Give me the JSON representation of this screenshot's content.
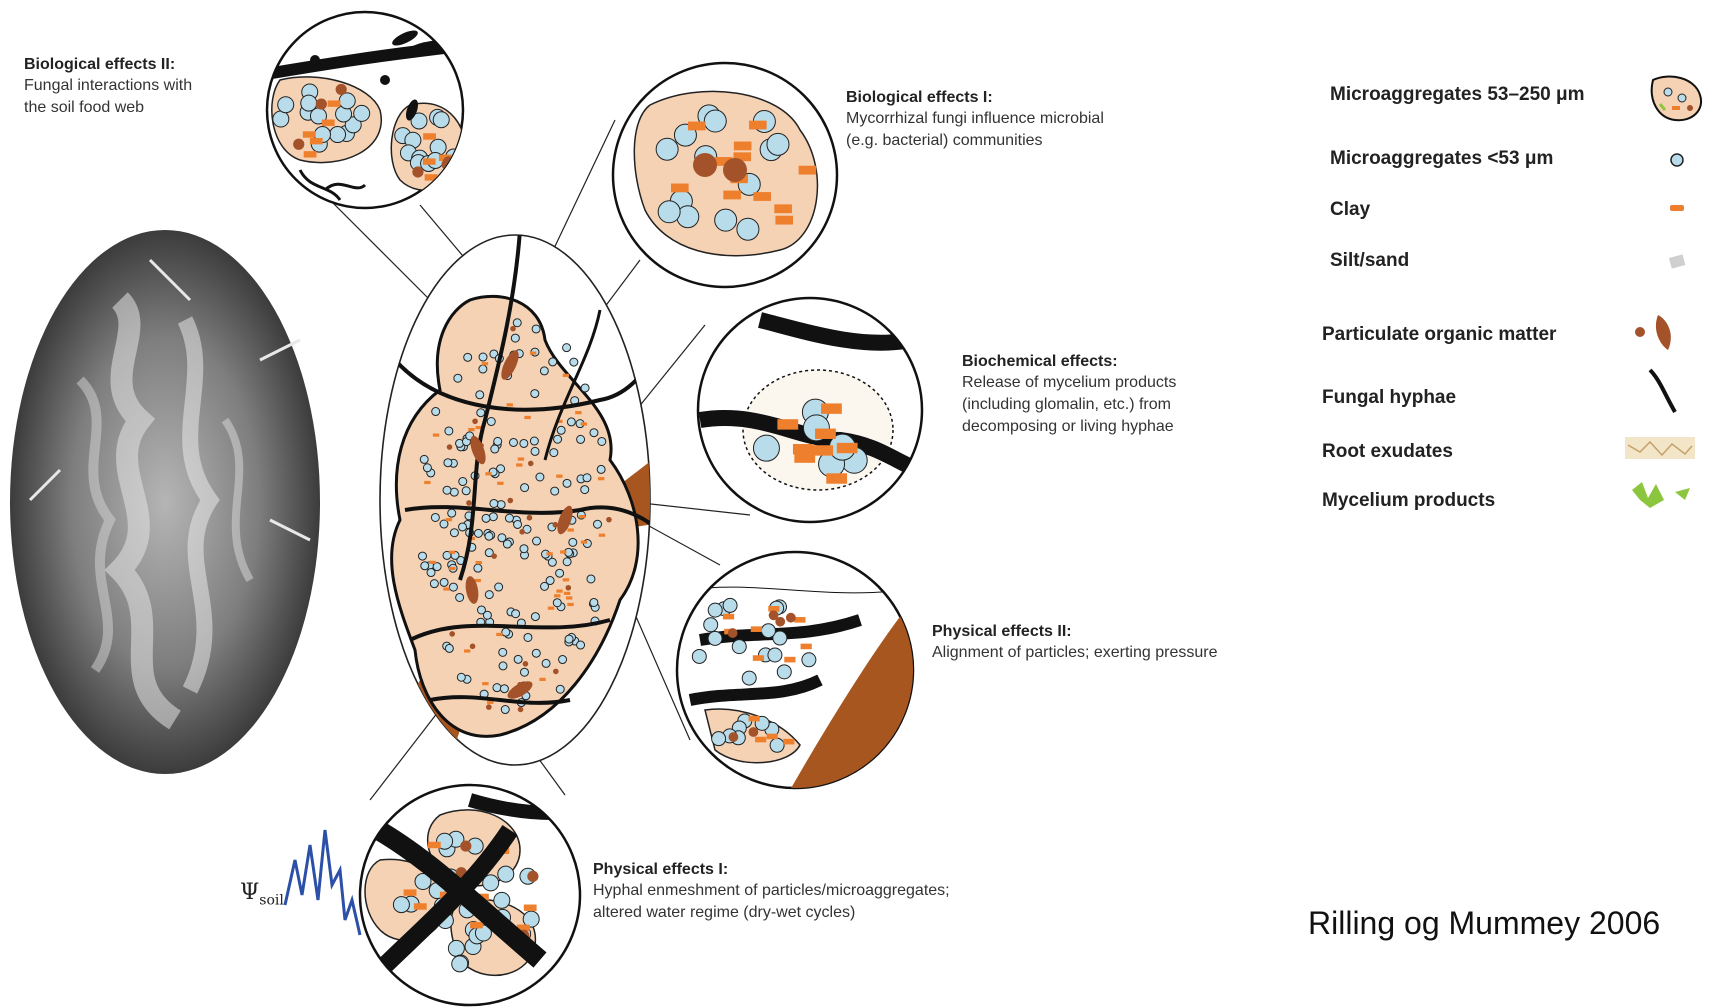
{
  "annotations": {
    "bio2": {
      "title": "Biological effects II:",
      "lines": [
        "Fungal interactions with",
        "the soil food web"
      ]
    },
    "bio1": {
      "title": "Biological effects I:",
      "lines": [
        "Mycorrhizal fungi influence microbial",
        "(e.g. bacterial) communities"
      ]
    },
    "biochem": {
      "title": "Biochemical effects:",
      "lines": [
        "Release of mycelium products",
        "(including glomalin, etc.) from",
        "decomposing or living hyphae"
      ]
    },
    "phys2": {
      "title": "Physical effects II:",
      "lines": [
        "Alignment of particles; exerting pressure"
      ]
    },
    "phys1": {
      "title": "Physical effects I:",
      "lines": [
        "Hyphal enmeshment of particles/microaggregates;",
        "altered water regime (dry-wet cycles)"
      ]
    }
  },
  "water_potential_label": {
    "symbol": "Ψ",
    "subscript": "soil"
  },
  "legend": [
    {
      "label": "Microaggregates 53–250 μm",
      "icon": "microaggregate-large-icon"
    },
    {
      "label": "Microaggregates <53 μm",
      "icon": "microaggregate-small-icon"
    },
    {
      "label": "Clay",
      "icon": "clay-icon"
    },
    {
      "label": "Silt/sand",
      "icon": "silt-sand-icon"
    },
    {
      "label": "Particulate organic matter",
      "icon": "organic-matter-icon"
    },
    {
      "label": "Fungal hyphae",
      "icon": "hypha-icon"
    },
    {
      "label": "Root exudates",
      "icon": "root-exudates-icon"
    },
    {
      "label": "Mycelium products",
      "icon": "mycelium-products-icon"
    }
  ],
  "citation": "Rilling og Mummey 2006",
  "colors": {
    "aggregate_fill": "#f6d2b4",
    "microaggregate_blue": "#b9dcea",
    "clay_orange": "#ee7f2d",
    "organic_brown": "#a4522a",
    "root_brown": "#a8561f",
    "mycelium_green": "#8cc63f",
    "hyphae_black": "#111111",
    "water_line_blue": "#2c50a8",
    "silt_gray": "#cfcfcf"
  }
}
